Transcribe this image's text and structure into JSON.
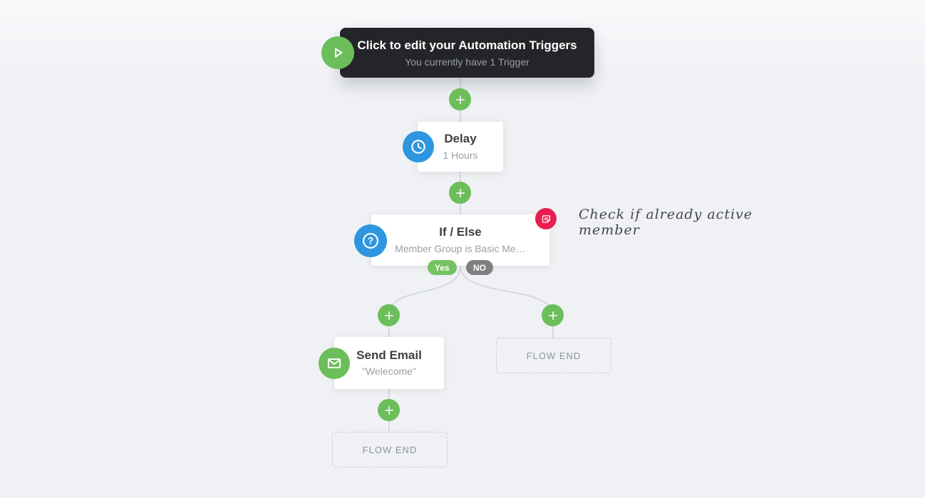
{
  "colors": {
    "bg_top": "#f8f9fb",
    "bg_bottom": "#eff1f4",
    "accent_green": "#6cbe5b",
    "yes_green": "#74c262",
    "accent_blue": "#2d96de",
    "accent_red": "#e91e4e",
    "dark_panel": "#232528",
    "line": "#d5d9df",
    "card_title": "#3c4043",
    "card_subtitle": "#9aa0a6",
    "pill_gray": "#7f8081",
    "flow_end_text": "#8d939b",
    "flow_end_border": "#c9ced6",
    "annotation_text": "#42464d"
  },
  "trigger_banner": {
    "title": "Click to edit your Automation Triggers",
    "subtitle": "You currently have 1 Trigger",
    "icon": "play-icon"
  },
  "nodes": {
    "delay": {
      "title": "Delay",
      "subtitle": "1 Hours",
      "icon": "clock-icon"
    },
    "if_else": {
      "title": "If / Else",
      "subtitle": "Member Group is Basic Me…",
      "icon": "question-icon",
      "note_icon": "note-icon",
      "yes_label": "Yes",
      "no_label": "NO"
    },
    "send_email": {
      "title": "Send Email",
      "subtitle": "\"Welecome\"",
      "icon": "email-icon"
    },
    "flow_end_right": {
      "label": "FLOW END"
    },
    "flow_end_bottom": {
      "label": "FLOW END"
    }
  },
  "annotation": {
    "text": "Check if already active member"
  }
}
